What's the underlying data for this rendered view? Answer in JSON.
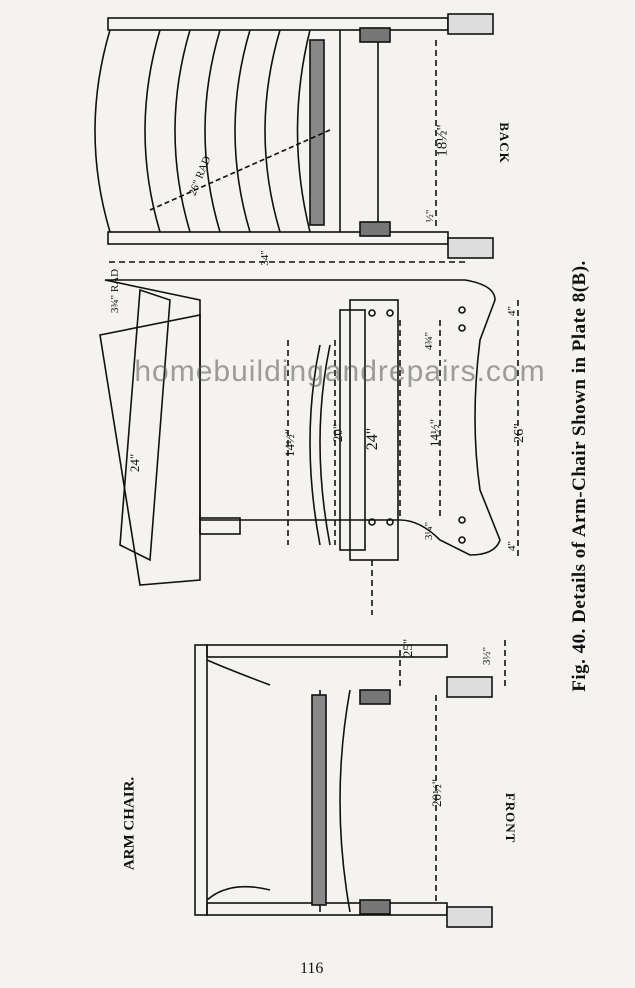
{
  "caption": "Fig. 40.  Details of Arm-Chair Shown in Plate 8(B).",
  "heading": "ARM CHAIR.",
  "views": {
    "front": "FRONT",
    "back": "BACK"
  },
  "watermark": "homebuildingandrepairs.com",
  "page_number": "116",
  "dimensions": {
    "back_width": "18½\"",
    "back_radius": "26\" RAD",
    "back_margin": "½\"",
    "side_24": "24\"",
    "side_26": "26\"",
    "side_20": "20\"",
    "side_14_a": "14½\"",
    "side_14_b": "14½\"",
    "side_4_a": "4\"",
    "side_4_b": "4\"",
    "side_4_3": "4¾\"",
    "side_3_4": "3¼\"",
    "side_arm": "24\"",
    "side_top": "34\"",
    "side_top_rad": "3¾\" RAD",
    "front_height": "25\"",
    "front_width": "20½\"",
    "front_3": "3½\""
  }
}
